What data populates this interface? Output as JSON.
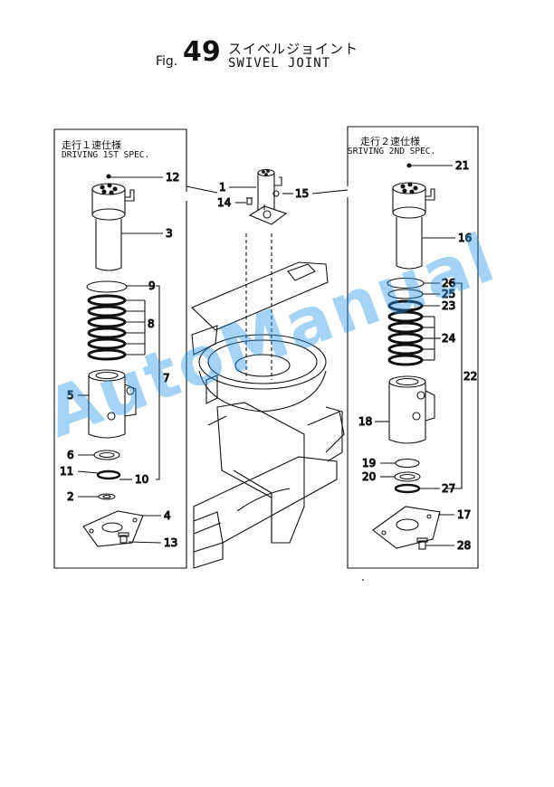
{
  "header": {
    "fig_label": "Fig.",
    "fig_number": "49",
    "title_jp": "スイベルジョイント",
    "title_en": "SWIVEL JOINT"
  },
  "left_panel": {
    "label_jp": "走行１速仕様",
    "label_en": "DRIVING 1ST SPEC."
  },
  "right_panel": {
    "label_jp": "走行２速仕様",
    "label_en": "SRIVING 2ND SPEC."
  },
  "callouts": {
    "c1": "1",
    "c2": "2",
    "c3": "3",
    "c4": "4",
    "c5": "5",
    "c6": "6",
    "c7": "7",
    "c8": "8",
    "c9": "9",
    "c10": "10",
    "c11": "11",
    "c12": "12",
    "c13": "13",
    "c14": "14",
    "c15": "15",
    "c16": "16",
    "c17": "17",
    "c18": "18",
    "c19": "19",
    "c20": "20",
    "c21": "21",
    "c22": "22",
    "c23": "23",
    "c24": "24",
    "c25": "25",
    "c26": "26",
    "c27": "27",
    "c28": "28"
  },
  "watermark": "AutoManual",
  "colors": {
    "line": "#111111",
    "watermark": "#2896e6"
  }
}
